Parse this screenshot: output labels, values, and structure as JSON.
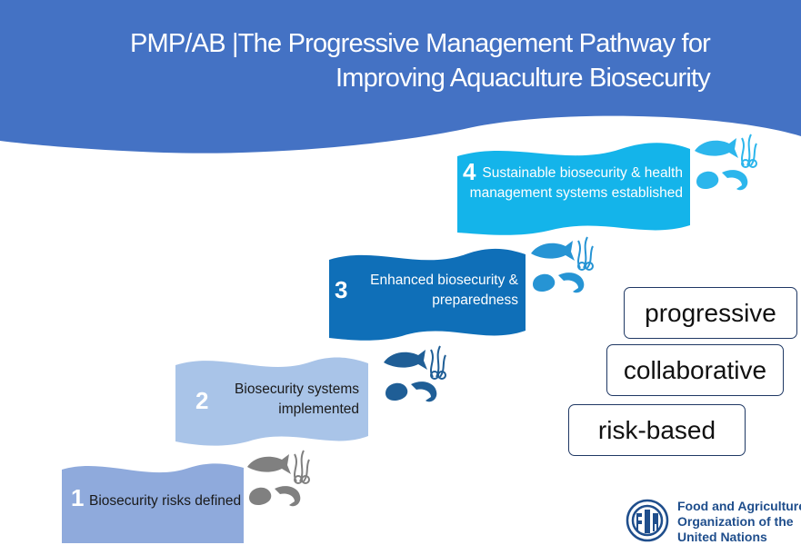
{
  "title": {
    "line1": "PMP/AB  |The Progressive Management Pathway for",
    "line2": "Improving Aquaculture Biosecurity"
  },
  "steps": [
    {
      "number": "1",
      "label_lines": [
        "Biosecurity risks defined"
      ],
      "color": "#8faadc",
      "text_color": "#1a1a1a"
    },
    {
      "number": "2",
      "label_lines": [
        "Biosecurity systems",
        "implemented"
      ],
      "color": "#a9c4e8",
      "text_color": "#1a1a1a"
    },
    {
      "number": "3",
      "label_lines": [
        "Enhanced biosecurity &",
        "preparedness"
      ],
      "color": "#0f6fb8",
      "text_color": "#ffffff"
    },
    {
      "number": "4",
      "label_lines": [
        "Sustainable biosecurity & health",
        "management systems established"
      ],
      "color": "#14b4ea",
      "text_color": "#ffffff"
    }
  ],
  "icon_sets": [
    {
      "color": "#808080",
      "icons": [
        "fish-icon",
        "seaweed-icon",
        "shell-icon",
        "shrimp-icon"
      ]
    },
    {
      "color": "#1f5e96",
      "icons": [
        "fish-icon",
        "seaweed-icon",
        "shell-icon",
        "shrimp-icon"
      ]
    },
    {
      "color": "#2694d4",
      "icons": [
        "fish-icon",
        "seaweed-icon",
        "shell-icon",
        "shrimp-icon"
      ]
    },
    {
      "color": "#2cb6ec",
      "icons": [
        "fish-icon",
        "seaweed-icon",
        "shell-icon",
        "shrimp-icon"
      ]
    }
  ],
  "keywords": [
    "progressive",
    "collaborative",
    "risk-based"
  ],
  "logo": {
    "org_lines": [
      "Food and Agriculture",
      "Organization of the",
      "United Nations"
    ]
  },
  "colors": {
    "banner": "#4472c4",
    "logo_blue": "#1f4e8c",
    "keyword_border": "#1f3864"
  }
}
